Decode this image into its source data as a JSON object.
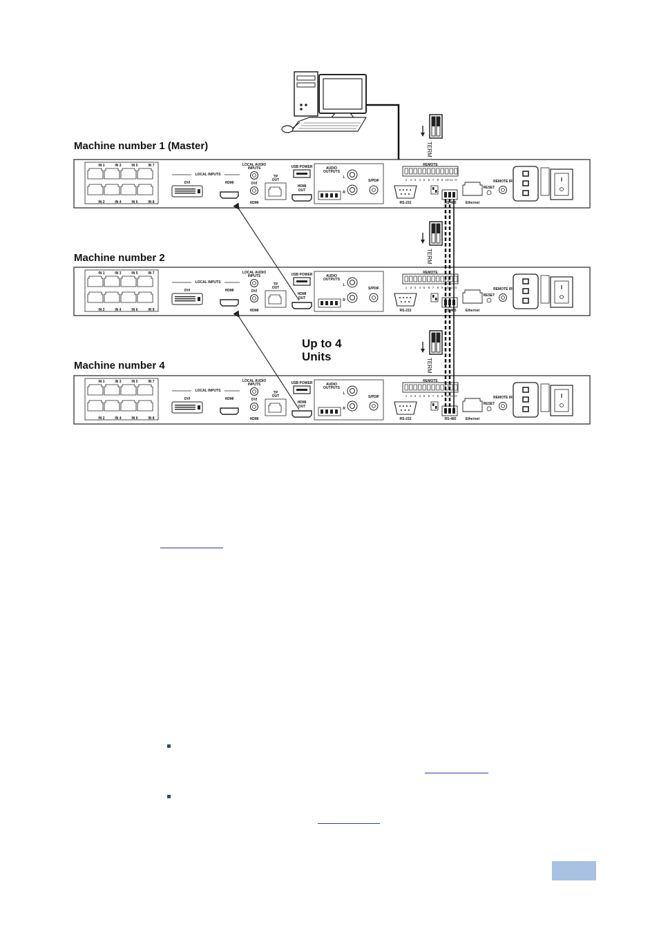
{
  "diagram": {
    "master_label": "Machine number 1 (Master)",
    "machine2_label": "Machine number 2",
    "machine4_label": "Machine number 4",
    "units_note": [
      "Up to 4",
      "Units"
    ],
    "term_label": "TERM",
    "panel": {
      "rj45_top": [
        "IN 1",
        "IN 3",
        "IN 5",
        "IN 7"
      ],
      "rj45_bottom": [
        "IN 2",
        "IN 4",
        "IN 6",
        "IN 8"
      ],
      "local_inputs": "LOCAL INPUTS",
      "dvi": "DVI",
      "hdmi": "HDMI",
      "local_audio": [
        "LOCAL AUDIO",
        "INPUTS"
      ],
      "audio_dvi": "DVI",
      "audio_hdmi": "HDMI",
      "tp_out": [
        "TP",
        "OUT"
      ],
      "usb_power": "USB POWER",
      "hdmi_out": [
        "HDMI",
        "OUT"
      ],
      "audio_outputs": [
        "AUDIO",
        "OUTPUTS"
      ],
      "audio_l": "L",
      "audio_r": "R",
      "spdif": "S/PDIF",
      "remote": "REMOTE",
      "remote_pins": [
        "1",
        "2",
        "3",
        "4",
        "5",
        "6",
        "7",
        "8",
        "9",
        "10",
        "11",
        "G"
      ],
      "rs232": "RS-232",
      "rs485": "RS-485",
      "ethernet": "Ethernet",
      "reset": "RESET",
      "remote_ir": "REMOTE IR"
    }
  },
  "icons": {
    "computer": "desktop-computer-icon",
    "mouse": "mouse-icon",
    "bullet": "square-bullet-icon"
  },
  "colors": {
    "link": "#1f3fb0",
    "bullet": "#2f4f5f",
    "page_tab": "#a9c1e3"
  }
}
